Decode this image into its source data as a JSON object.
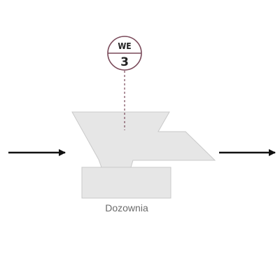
{
  "colors": {
    "equipment_fill": "#e6e6e6",
    "equipment_stroke": "#c9c9c9",
    "instrument_stroke": "#7a4a5a",
    "arrow": "#111111",
    "label": "#6b6b6b",
    "text_dark": "#222222"
  },
  "instrument": {
    "code": "WE",
    "number": "3"
  },
  "equipment": {
    "label": "Dozownia"
  },
  "flows": [
    {
      "name": "inlet-arrow",
      "direction": "right"
    },
    {
      "name": "outlet-arrow",
      "direction": "right"
    }
  ]
}
